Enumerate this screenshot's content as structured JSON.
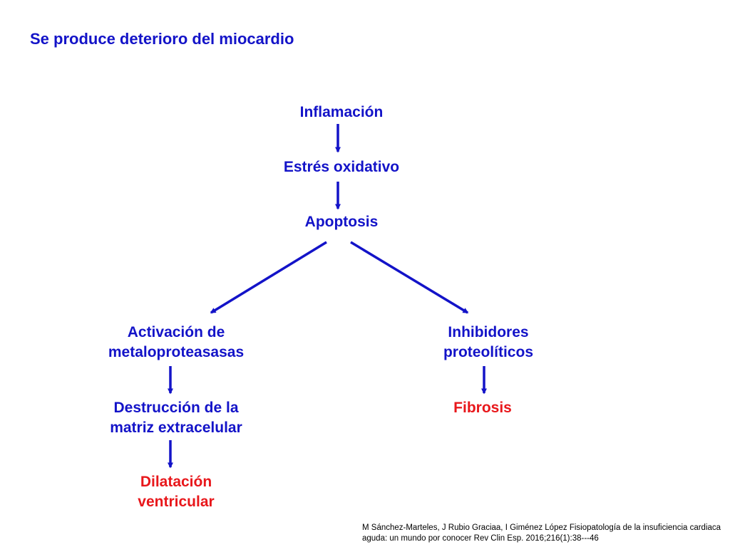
{
  "title": "Se produce deterioro del miocardio",
  "nodes": {
    "inflamacion": "Inflamación",
    "estres": "Estrés oxidativo",
    "apoptosis": "Apoptosis",
    "activacion": [
      "Activación de",
      "metaloproteasasas"
    ],
    "inhibidores": [
      "Inhibidores",
      "proteolíticos"
    ],
    "destruccion": [
      "Destrucción de la",
      "matriz extracelular"
    ],
    "fibrosis": "Fibrosis",
    "dilatacion": [
      "Dilatación",
      "ventricular"
    ]
  },
  "colors": {
    "node_text": "#1313c8",
    "outcome_text": "#e8171b",
    "arrow": "#1313c8"
  },
  "citation": [
    "M Sánchez-Marteles, J Rubio Graciaa, I Giménez López Fisiopatología de la insuficiencia cardiaca",
    "aguda: un mundo por conocer  Rev Clin Esp. 2016;216(1):38---46"
  ]
}
